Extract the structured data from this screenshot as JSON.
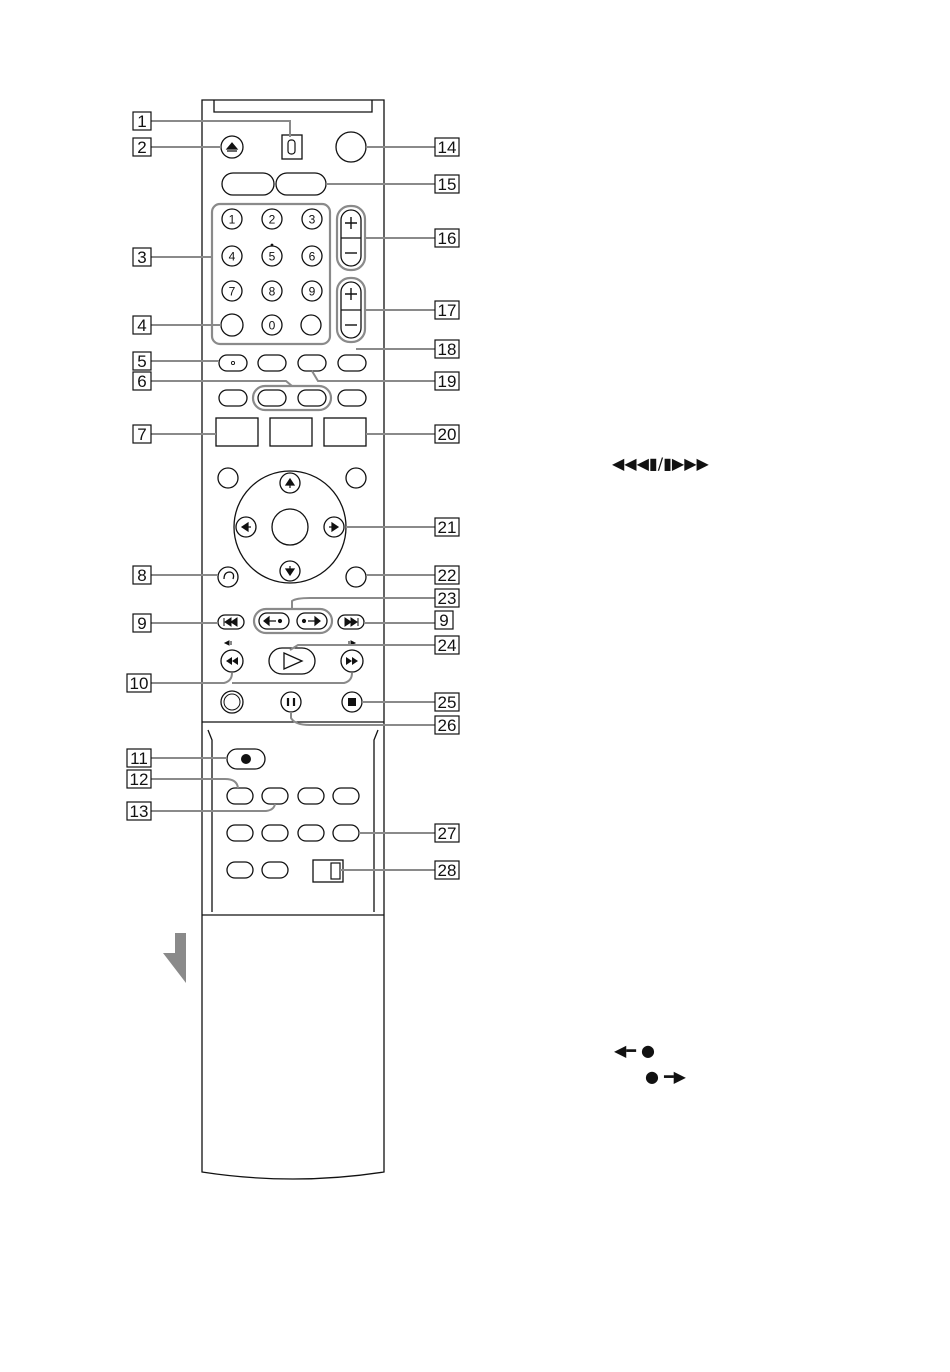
{
  "callouts": [
    "1",
    "2",
    "3",
    "4",
    "5",
    "6",
    "7",
    "8",
    "9",
    "10",
    "11",
    "12",
    "13",
    "14",
    "15",
    "16",
    "17",
    "18",
    "19",
    "20",
    "21",
    "22",
    "23",
    "9",
    "24",
    "25",
    "26",
    "27",
    "28"
  ],
  "numpad": [
    "1",
    "2",
    "3",
    "4",
    "5",
    "6",
    "7",
    "8",
    "9",
    "0"
  ],
  "symbols": {
    "scan_slow": "◀◀◀▮/▮▶▶▶",
    "instant_replay": "◀━ ●",
    "instant_advance": "● ━▶"
  },
  "colors": {
    "line": "#111111",
    "fill": "#ffffff",
    "arrow_gray": "#8a8a8a"
  }
}
